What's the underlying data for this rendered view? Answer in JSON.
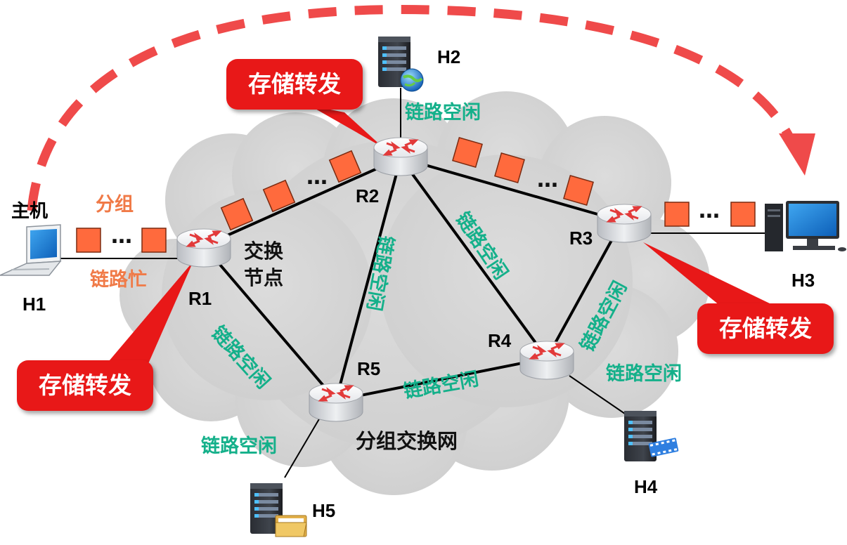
{
  "hosts": {
    "h1": "H1",
    "h2": "H2",
    "h3": "H3",
    "h4": "H4",
    "h5": "H5"
  },
  "host_caption": "主机",
  "routers": {
    "r1": "R1",
    "r2": "R2",
    "r3": "R3",
    "r4": "R4",
    "r5": "R5"
  },
  "node_caption_line1": "交换",
  "node_caption_line2": "节点",
  "network_caption": "分组交换网",
  "packet_caption": "分组",
  "link_busy": "链路忙",
  "link_idle": "链路空闲",
  "store_forward": "存储转发",
  "ellipsis": "…",
  "colors": {
    "packet": "#ff6a3d",
    "callout": "#e81818",
    "link_idle_text": "#14b08a",
    "busy_text": "#f07a47",
    "cloud": "#d6d6d6",
    "arc": "#ef4a4a"
  },
  "icons": {
    "h1": "laptop-icon",
    "h2": "web-server-icon",
    "h3": "desktop-computer-icon",
    "h4": "video-server-icon",
    "h5": "file-server-icon",
    "router": "router-icon"
  }
}
